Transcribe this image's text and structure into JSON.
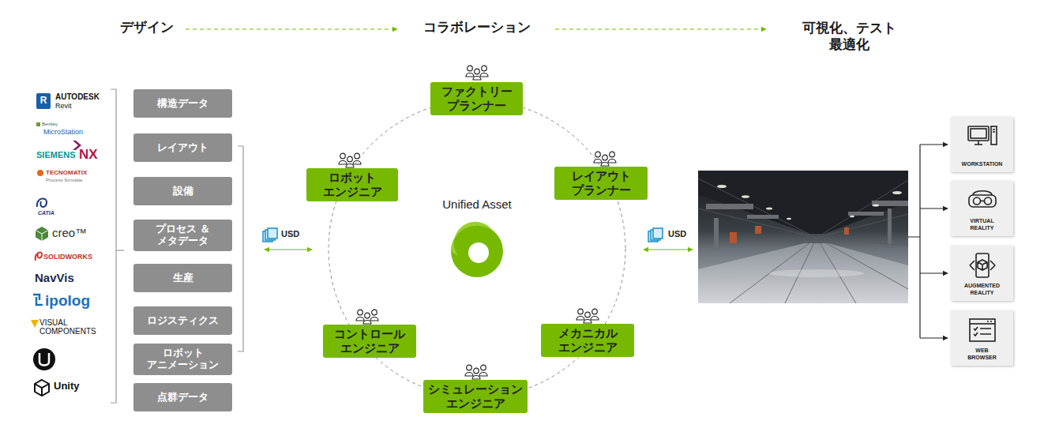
{
  "diagram": {
    "nodes": [
      {
        "text": [
          "構造データ"
        ]
      },
      {
        "text": [
          "レイアウト"
        ]
      },
      {
        "text": [
          "設備"
        ]
      },
      {
        "text": [
          "プロセス ＆メタデータ"
        ]
      },
      {
        "text": [
          "生産"
        ]
      },
      {
        "text": [
          "ロジスティクス"
        ]
      },
      {
        "text": [
          "ロボット アニメーション"
        ]
      },
      {
        "text": [
          "点群データ"
        ]
      },
      {
        "text": [
          "Unified Asset"
        ]
      },
      {
        "text": [
          "ファクトリー プランナー"
        ],
        "in": 8
      },
      {
        "text": [
          "レイアウト プランナー"
        ],
        "in": 8
      },
      {
        "text": [
          "メカニカル エンジニア"
        ],
        "in": 8
      },
      {
        "text": [
          "シミュレーション エンジニア"
        ],
        "in": 8
      },
      {
        "text": [
          "コントロール エンジニア"
        ],
        "in": 8
      },
      {
        "text": [
          "ロボット エンジニア"
        ],
        "in": 8
      },
      {
        "text": [
          "WORKSTATION"
        ]
      },
      {
        "text": [
          "VIRTUAL REALITY"
        ]
      },
      {
        "text": [
          "AUGMENTED REALITY"
        ]
      },
      {
        "text": [
          "WEB BROWSER"
        ]
      }
    ],
    "labels": [
      "デザイン",
      "コラボレーション",
      "可視化、テスト 最適化",
      "R",
      "AUTODESK",
      "Revit",
      "Bentley",
      "MicroStation",
      "SIEMENS",
      "NX",
      "TECNOMATIX",
      "Process Simulate",
      "CATIA",
      "creo™",
      "SOLIDWORKS",
      "NavVis",
      "ipolog",
      "VISUAL COMPONENTS",
      "Unity",
      "USD",
      "USD"
    ]
  }
}
